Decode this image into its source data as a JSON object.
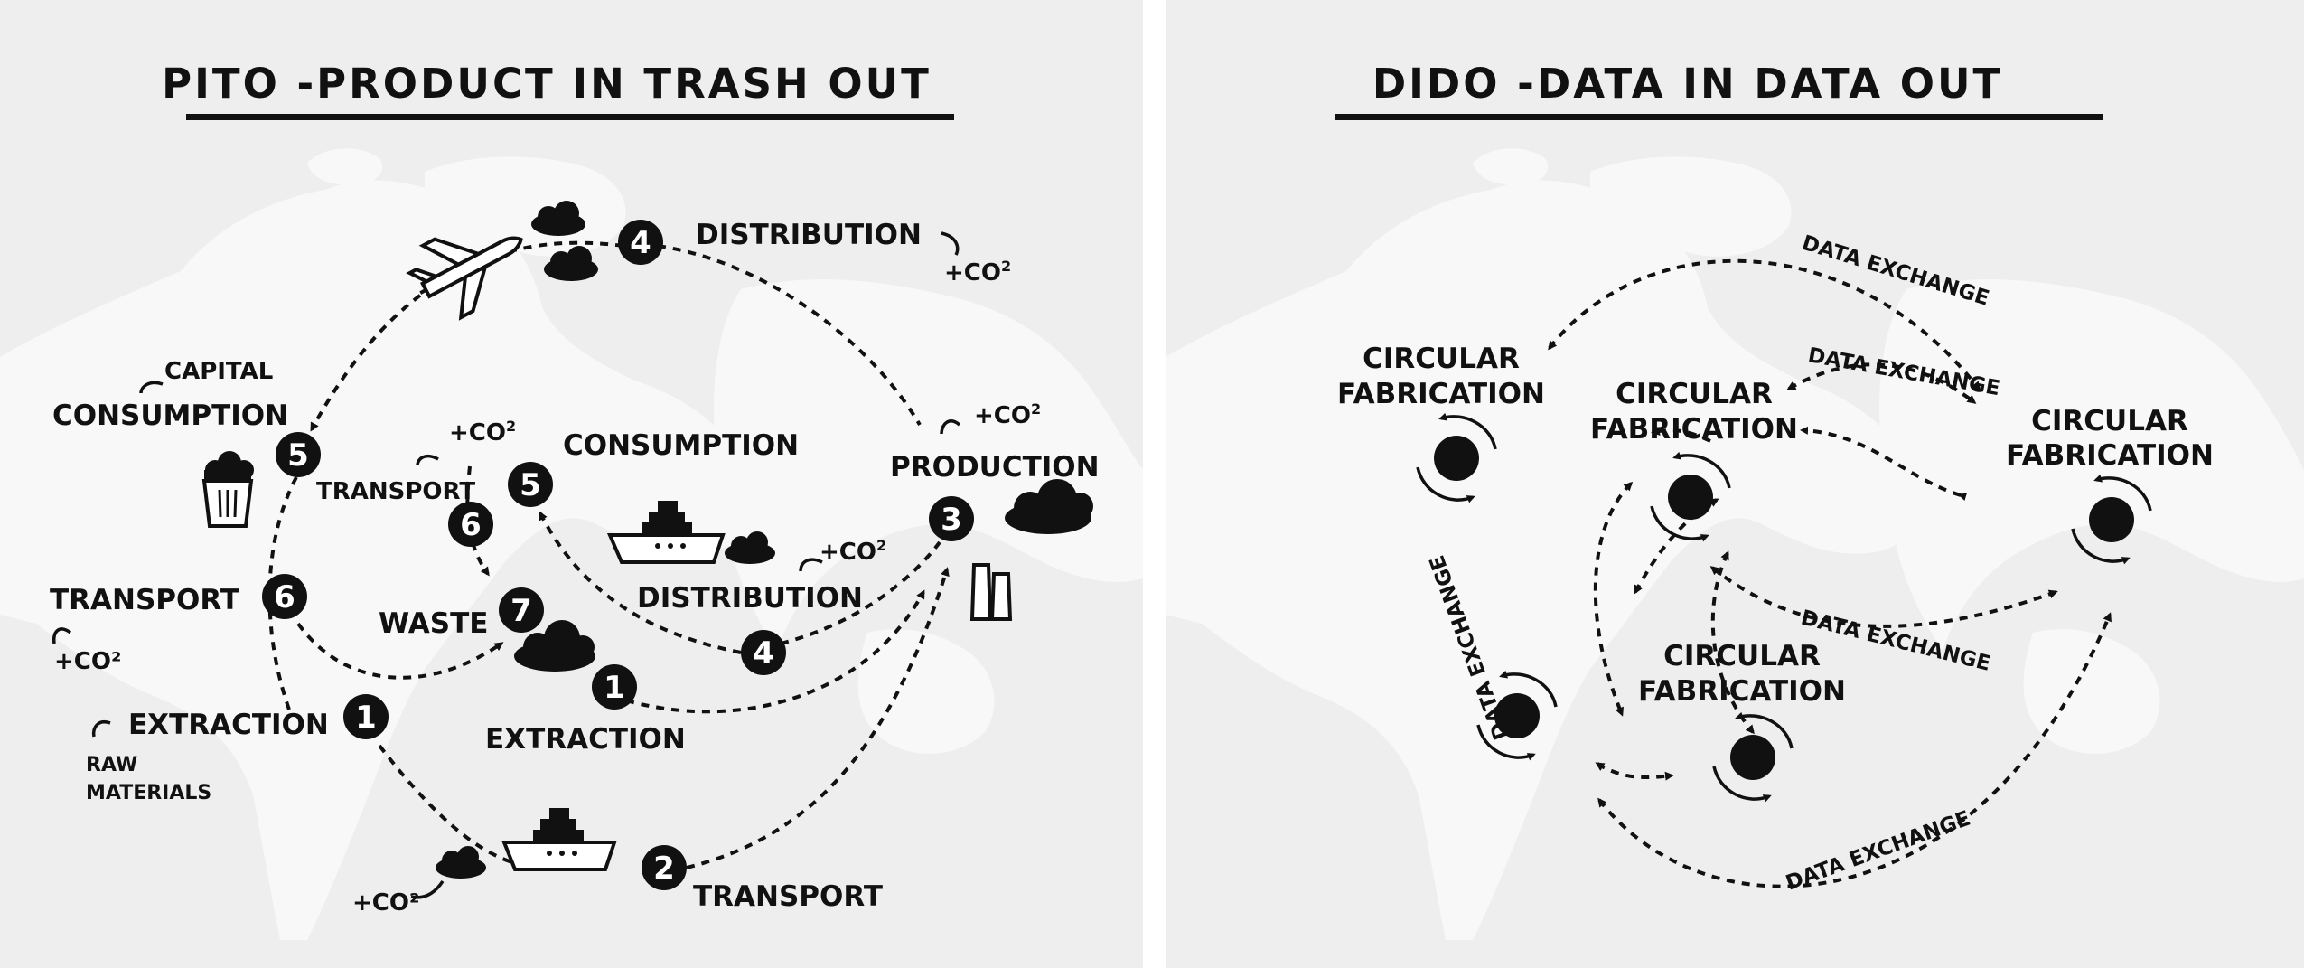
{
  "left_panel": {
    "title": "PITO -PRODUCT IN TRASH OUT",
    "labels": {
      "distribution_top": "DISTRIBUTION",
      "co2_top": "+CO",
      "capital": "CAPITAL",
      "consumption_left": "CONSUMPTION",
      "co2_transport_inner": "+CO",
      "consumption_inner": "CONSUMPTION",
      "co2_production": "+CO",
      "production": "PRODUCTION",
      "transport_inner": "TRANSPORT",
      "co2_distribution_inner": "+CO",
      "distribution_inner": "DISTRIBUTION",
      "transport_left": "TRANSPORT",
      "co2_left": "+CO²",
      "waste": "WASTE",
      "extraction_left": "EXTRACTION",
      "raw": "RAW",
      "materials": "MATERIALS",
      "extraction_inner": "EXTRACTION",
      "co2_bottom": "+CO²",
      "transport_bottom": "TRANSPORT",
      "sup2": "2"
    },
    "steps": {
      "step_4_top": "4",
      "step_5_left": "5",
      "step_5_inner": "5",
      "step_6_inner": "6",
      "step_3": "3",
      "step_6_left": "6",
      "step_7": "7",
      "step_4_inner": "4",
      "step_1_inner": "1",
      "step_1_left": "1",
      "step_2": "2"
    }
  },
  "right_panel": {
    "title": "DIDO -DATA IN DATA OUT",
    "fabrication": {
      "line1": "CIRCULAR",
      "line2": "FABRICATION"
    },
    "exchange_label": "DATA EXCHANGE"
  }
}
